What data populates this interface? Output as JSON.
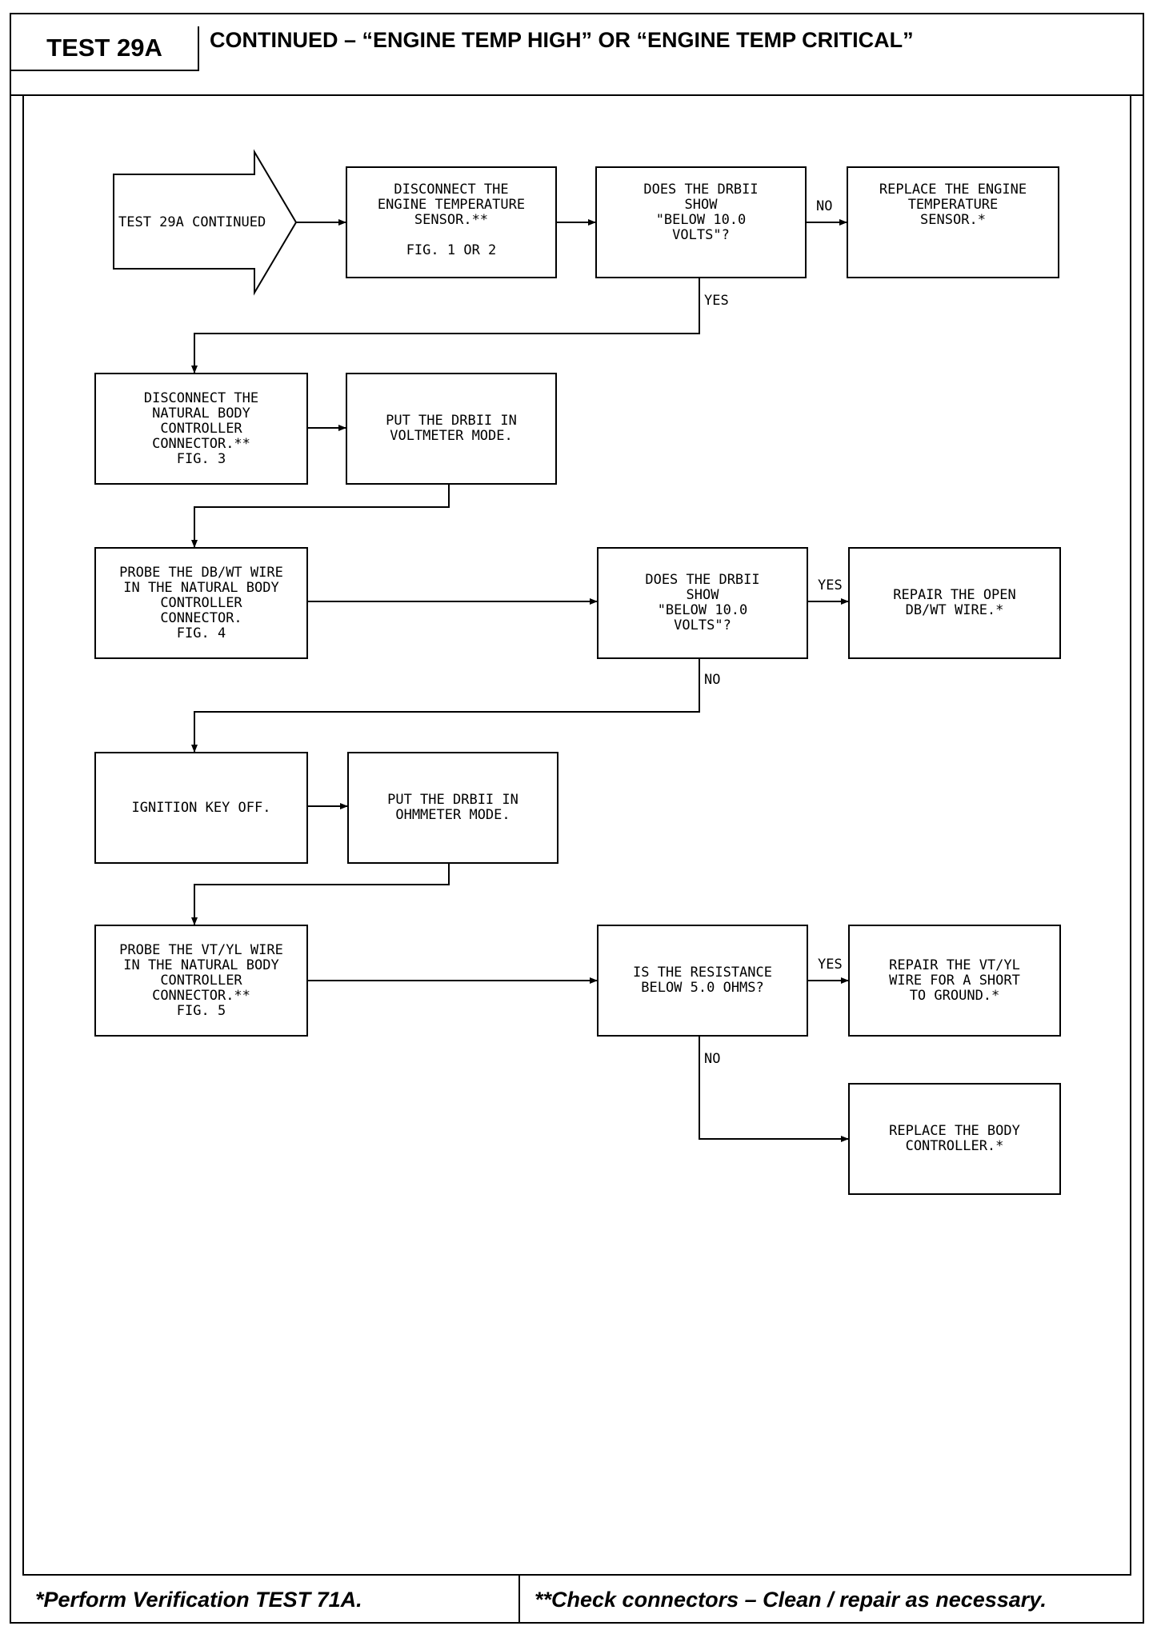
{
  "header": {
    "test": "TEST 29A",
    "title": "CONTINUED – “ENGINE TEMP HIGH” OR “ENGINE TEMP CRITICAL”"
  },
  "flow": {
    "start": "TEST 29A CONTINUED",
    "b1": "DISCONNECT THE\nENGINE TEMPERATURE\nSENSOR.**\n\nFIG. 1 OR 2",
    "d1": "DOES THE DRBII\nSHOW\n\"BELOW 10.0\nVOLTS\"?",
    "r1": "REPLACE THE ENGINE\nTEMPERATURE\nSENSOR.*",
    "b2": "DISCONNECT THE\nNATURAL BODY\nCONTROLLER\nCONNECTOR.**\nFIG. 3",
    "b3": "PUT THE DRBII IN\nVOLTMETER MODE.",
    "b4": "PROBE THE DB/WT WIRE\nIN THE NATURAL BODY\nCONTROLLER\nCONNECTOR.\nFIG. 4",
    "d2": "DOES THE DRBII\nSHOW\n\"BELOW 10.0\nVOLTS\"?",
    "r2": "REPAIR THE OPEN\nDB/WT WIRE.*",
    "b5": "IGNITION KEY OFF.",
    "b6": "PUT THE DRBII IN\nOHMMETER MODE.",
    "b7": "PROBE THE VT/YL WIRE\nIN THE NATURAL BODY\nCONTROLLER\nCONNECTOR.**\nFIG. 5",
    "d3": "IS THE RESISTANCE\nBELOW 5.0 OHMS?",
    "r3": "REPAIR THE VT/YL\nWIRE FOR A SHORT\nTO GROUND.*",
    "r4": "REPLACE THE BODY\nCONTROLLER.*"
  },
  "labels": {
    "no1": "NO",
    "yes1": "YES",
    "yes2": "YES",
    "no2": "NO",
    "yes3": "YES",
    "no3": "NO"
  },
  "footer": {
    "left": "*Perform Verification TEST 71A.",
    "right": "**Check connectors – Clean / repair as necessary."
  }
}
